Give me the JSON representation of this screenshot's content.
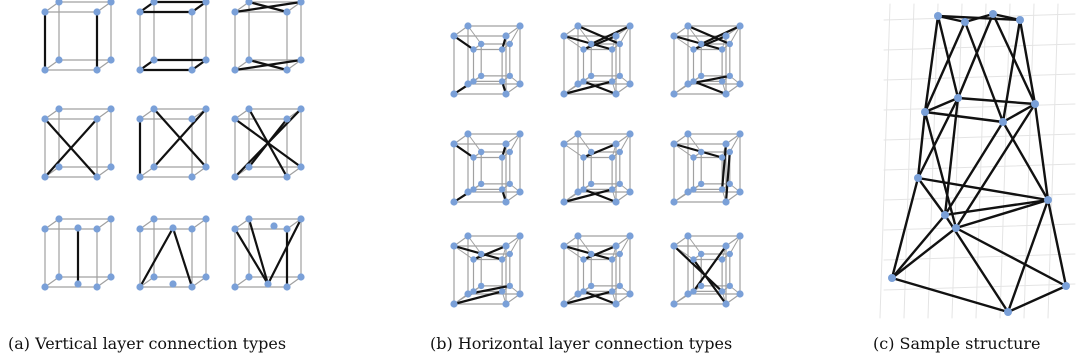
{
  "captions": {
    "vertical": "(a) Vertical layer connection types",
    "horizontal": "(b) Horizontal layer connection types",
    "sample": "(c) Sample structure"
  },
  "colors": {
    "node": "#7aa0d8",
    "grid_edge": "#a0a0a0",
    "highlight_edge": "#111111",
    "background_grid": "#e4e4e4"
  }
}
